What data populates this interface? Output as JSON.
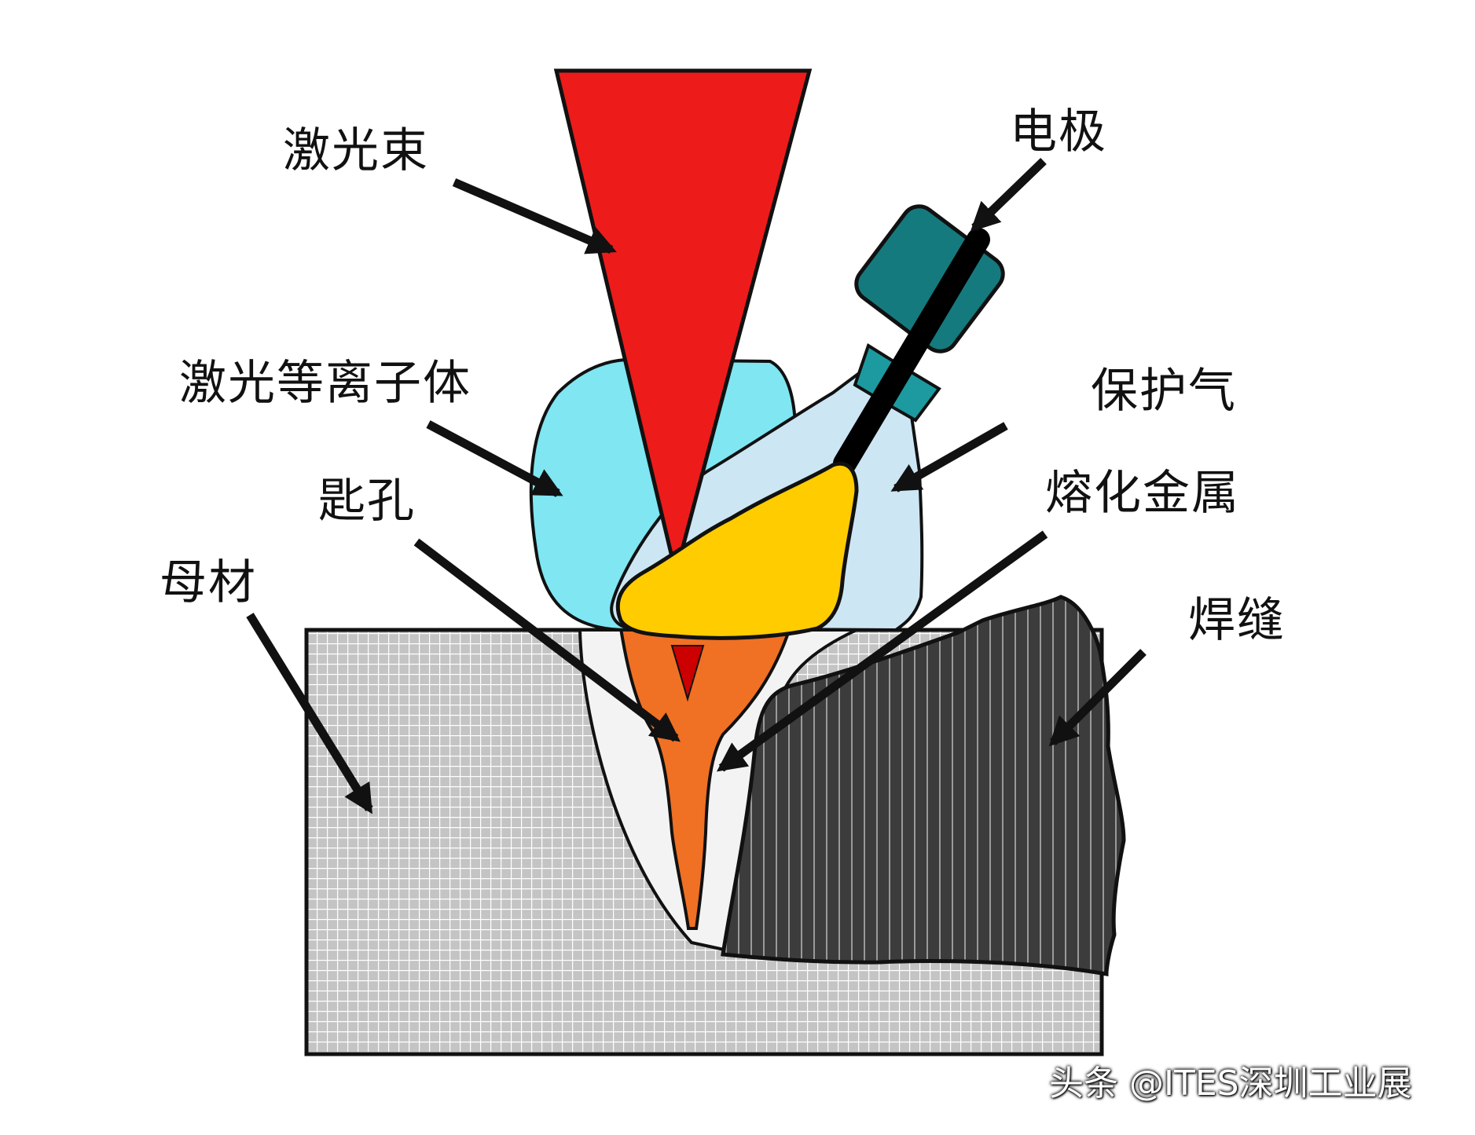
{
  "labels": {
    "laser_beam": "激光束",
    "electrode": "电极",
    "laser_plasma": "激光等离子体",
    "shielding_gas": "保护气",
    "keyhole": "匙孔",
    "molten_metal": "熔化金属",
    "base_metal": "母材",
    "weld_seam": "焊缝"
  },
  "watermark": "头条 @ITES深圳工业展",
  "colors": {
    "laser_beam": "#ee1b1b",
    "plasma": "#7fe6f2",
    "shielding_gas": "#cde6f4",
    "electrode_body": "#157a7e",
    "electrode_core": "#000000",
    "arc_plasma": "#ffcc00",
    "keyhole": "#f07024",
    "weld_seam": "#3c3c3c",
    "base_metal_grid": "#c4c4c4"
  }
}
